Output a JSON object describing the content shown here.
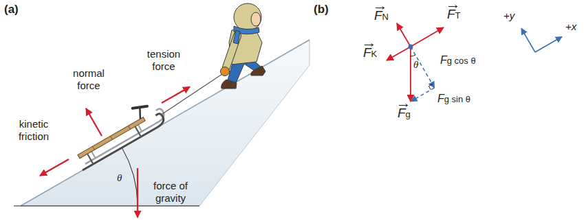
{
  "diagram": {
    "labels": [
      "(a)",
      "(b)",
      "normal force",
      "tension force",
      "kinetic friction",
      "force of gravity",
      "θ",
      "FN",
      "FT",
      "FK",
      "Fg",
      "Fg cos θ",
      "Fg sin θ",
      "θ",
      "+y",
      "+x"
    ]
  }
}
